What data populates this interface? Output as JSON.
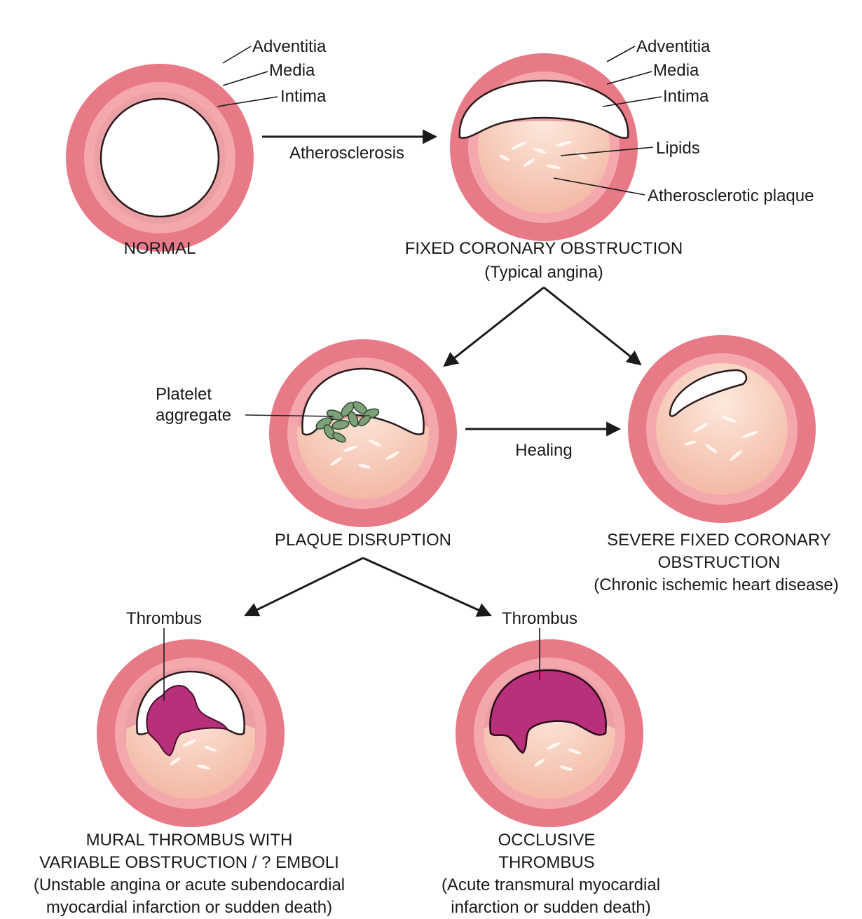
{
  "colors": {
    "adventitia": "#e77a86",
    "media": "#f4a7ad",
    "intima": "#eba0a6",
    "plaque": "#f6c3ad",
    "thrombus": "#b8307a",
    "platelet": "#7ea07a"
  },
  "labels": {
    "adventitia": "Adventitia",
    "media": "Media",
    "intima": "Intima",
    "lipids": "Lipids",
    "plaque": "Atherosclerotic plaque",
    "platelet_line1": "Platelet",
    "platelet_line2": "aggregate",
    "thrombus": "Thrombus"
  },
  "arrows": {
    "atherosclerosis": "Atherosclerosis",
    "healing": "Healing"
  },
  "stages": {
    "normal": {
      "title": "NORMAL"
    },
    "fixed": {
      "title": "FIXED CORONARY OBSTRUCTION",
      "note": "(Typical angina)"
    },
    "disruption": {
      "title": "PLAQUE DISRUPTION"
    },
    "severe": {
      "title1": "SEVERE FIXED CORONARY",
      "title2": "OBSTRUCTION",
      "note": "(Chronic ischemic heart disease)"
    },
    "mural": {
      "title1": "MURAL THROMBUS WITH",
      "title2": "VARIABLE OBSTRUCTION / ? EMBOLI",
      "note1": "(Unstable angina or acute subendocardial",
      "note2": "myocardial infarction or sudden death)"
    },
    "occlusive": {
      "title1": "OCCLUSIVE",
      "title2": "THROMBUS",
      "note1": "(Acute transmural myocardial",
      "note2": "infarction or sudden death)"
    }
  }
}
